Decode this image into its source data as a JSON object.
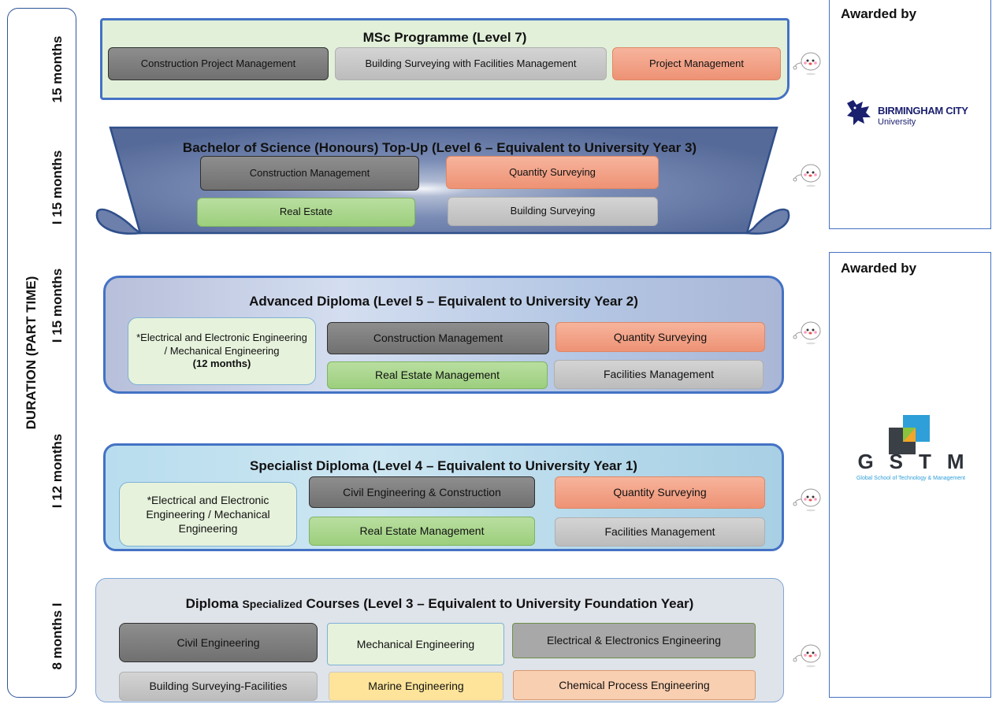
{
  "duration_label": "DURATION (PART TIME)",
  "durations": [
    "15 months",
    "I 15 months",
    "I 15 months",
    "I 12 months",
    "8 months I"
  ],
  "levels": [
    {
      "title": "MSc Programme (Level 7)",
      "courses": [
        "Construction Project  Management",
        "Building Surveying with Facilities Management",
        "Project Management"
      ]
    },
    {
      "title": "Bachelor of Science (Honours) Top-Up  (Level 6 – Equivalent to University Year 3)",
      "courses": [
        "Construction Management",
        "Quantity Surveying",
        "Real Estate",
        "Building Surveying"
      ]
    },
    {
      "title": "Advanced Diploma (Level 5 – Equivalent to University Year 2)",
      "special": "*Electrical and Electronic Engineering / Mechanical Engineering",
      "special_suffix": "(12 months)",
      "courses": [
        "Construction Management",
        "Quantity Surveying",
        "Real Estate Management",
        "Facilities Management"
      ]
    },
    {
      "title": "Specialist Diploma (Level 4 – Equivalent to University Year 1)",
      "special": "*Electrical and  Electronic Engineering / Mechanical Engineering",
      "courses": [
        "Civil Engineering & Construction",
        "Quantity Surveying",
        "Real Estate Management",
        "Facilities Management"
      ]
    },
    {
      "title_a": "Diploma ",
      "title_b": "Specialized",
      "title_c": " Courses (Level 3 – Equivalent to University Foundation Year)",
      "courses": [
        "Civil Engineering",
        "Mechanical Engineering",
        "Electrical & Electronics Engineering",
        "Building Surveying-Facilities",
        "Marine  Engineering",
        "Chemical Process  Engineering"
      ]
    }
  ],
  "awards": [
    {
      "heading": "Awarded by",
      "logo_line1": "BIRMINGHAM CITY",
      "logo_line2": "University"
    },
    {
      "heading": "Awarded by",
      "logo_text": "GSTM",
      "logo_sub": "Global School of Technology & Management"
    }
  ],
  "colors": {
    "dark_pill": "#808080",
    "orange_pill": "#f4a689",
    "green_pill": "#a9d78d",
    "msc_bg": "#e2f0d9",
    "border_blue": "#4472c4"
  },
  "icons": [
    "mascot-icon",
    "birmingham-dragon-icon",
    "gstm-logo-icon"
  ]
}
